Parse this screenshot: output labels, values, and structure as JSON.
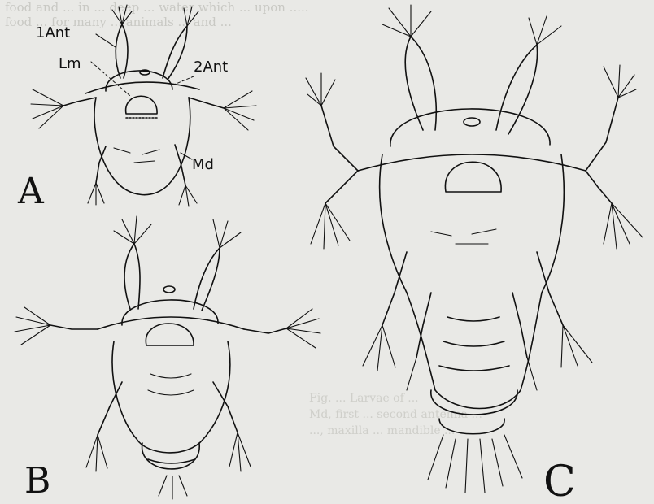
{
  "figure": {
    "panels": [
      {
        "id": "A",
        "letter": "A"
      },
      {
        "id": "B",
        "letter": "B"
      },
      {
        "id": "C",
        "letter": "C"
      }
    ],
    "labels": {
      "first_antenna": "1Ant",
      "labrum": "Lm",
      "second_antenna": "2Ant",
      "mandible": "Md"
    }
  },
  "bleed_through": {
    "top_lines": [
      "food and ... in ... deep ... water which ... upon .....",
      "food ... for many ... animals ... and ..."
    ],
    "caption_fragments": [
      "Fig. ... Larvae of ...",
      "Md, first ... second antenna ...",
      "..., maxilla ... mandible ..."
    ]
  }
}
